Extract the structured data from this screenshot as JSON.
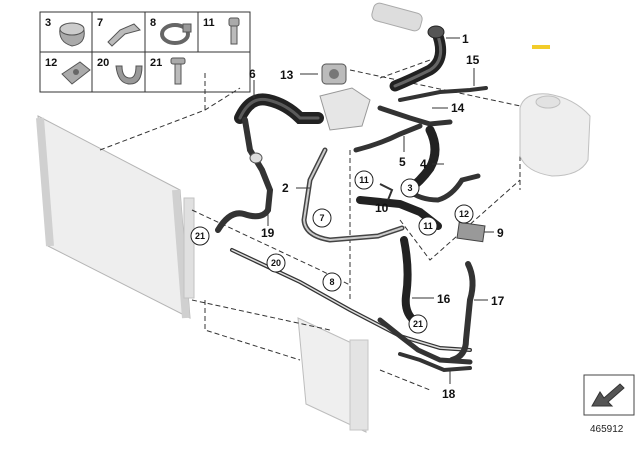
{
  "diagram": {
    "reference_number": "465912",
    "accent_color": "#f2cc2a",
    "parts_grid": {
      "cells": [
        {
          "number": "3",
          "icon": "hose-clamp-icon"
        },
        {
          "number": "7",
          "icon": "holder-bracket-icon"
        },
        {
          "number": "8",
          "icon": "band-clamp-icon"
        },
        {
          "number": "11",
          "icon": "screw-icon"
        },
        {
          "number": "12",
          "icon": "clip-nut-icon"
        },
        {
          "number": "20",
          "icon": "grommet-icon"
        },
        {
          "number": "21",
          "icon": "bolt-icon"
        },
        {
          "number": "",
          "icon": ""
        }
      ]
    },
    "callouts": [
      "1",
      "2",
      "4",
      "5",
      "6",
      "9",
      "10",
      "13",
      "14",
      "15",
      "16",
      "17",
      "18",
      "19"
    ],
    "circled_callouts": [
      "11",
      "3",
      "7",
      "11",
      "12",
      "21",
      "20",
      "8",
      "21"
    ]
  }
}
